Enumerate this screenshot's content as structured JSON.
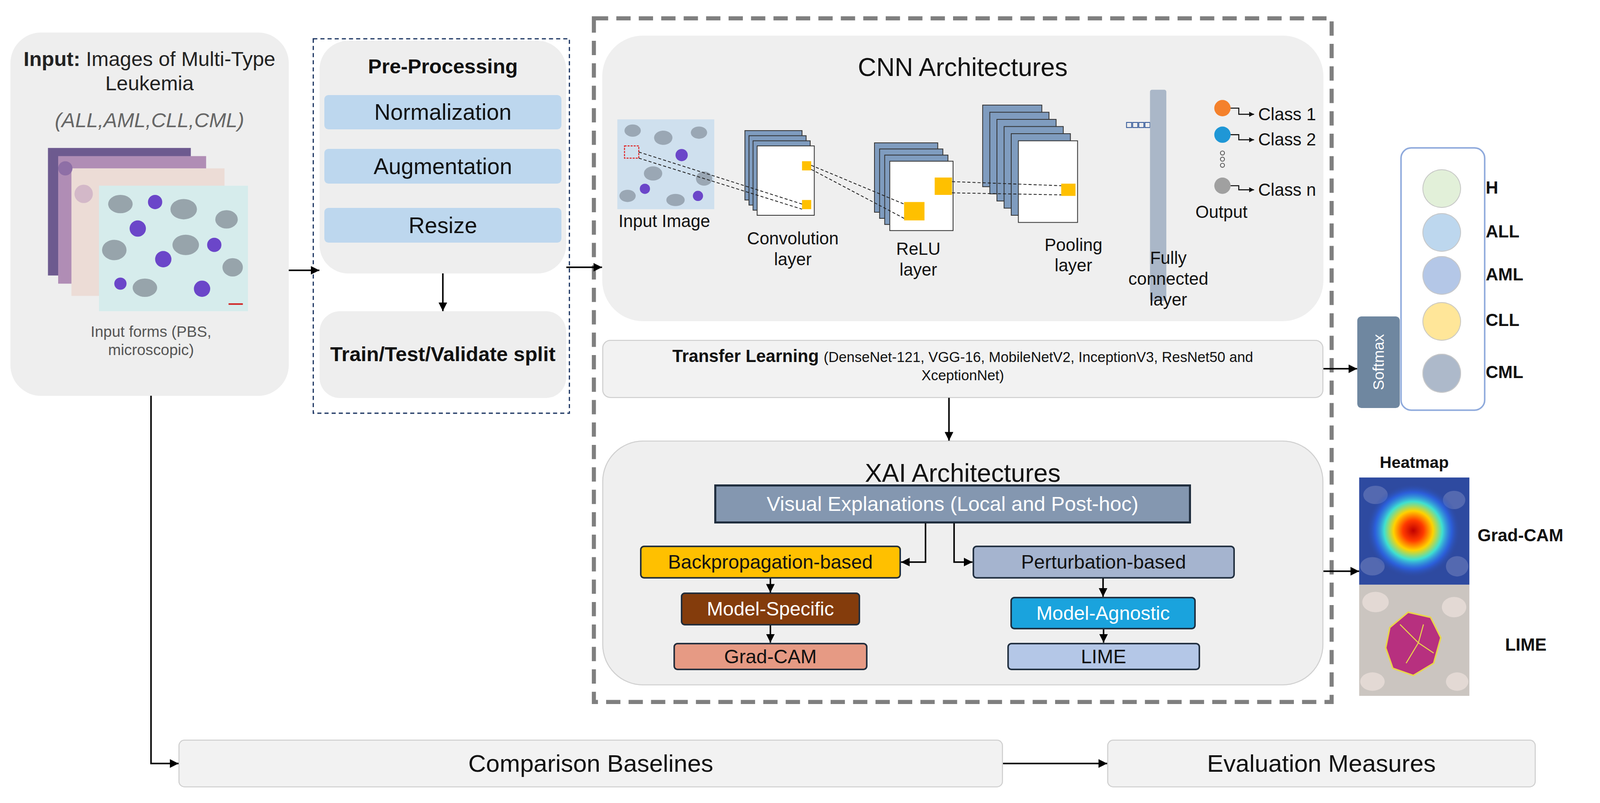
{
  "diagram": {
    "nodes": [
      {
        "text": [
          "Input:",
          "Images of Multi-Type Leukemia",
          "(ALL,AML,CLL,CML)",
          "Input forms (PBS, microscopic)"
        ]
      },
      {
        "text": [
          "Pre-Processing"
        ]
      },
      {
        "text": [
          "Normalization"
        ],
        "in": 1
      },
      {
        "text": [
          "Augmentation"
        ],
        "in": 1
      },
      {
        "text": [
          "Resize"
        ],
        "in": 1
      },
      {
        "text": [
          "Train/Test/Validate split"
        ]
      },
      {
        "text": [
          "CNN Architectures"
        ]
      },
      {
        "text": [
          "Transfer Learning",
          "(DenseNet-121, VGG-16, MobileNetV2, InceptionV3, ResNet50 and XceptionNet)"
        ]
      },
      {
        "text": [
          "XAI Architectures"
        ]
      },
      {
        "text": [
          "Visual Explanations (Local and Post-hoc)"
        ],
        "in": 8
      },
      {
        "text": [
          "Backpropagation-based"
        ],
        "in": 8
      },
      {
        "text": [
          "Perturbation-based"
        ],
        "in": 8
      },
      {
        "text": [
          "Model-Specific"
        ],
        "in": 8
      },
      {
        "text": [
          "Model-Agnostic"
        ],
        "in": 8
      },
      {
        "text": [
          "Grad-CAM"
        ],
        "in": 8
      },
      {
        "text": [
          "LIME"
        ],
        "in": 8
      },
      {
        "text": [
          "Softmax"
        ]
      },
      {
        "text": [
          "H"
        ]
      },
      {
        "text": [
          "ALL"
        ]
      },
      {
        "text": [
          "AML"
        ]
      },
      {
        "text": [
          "CLL"
        ]
      },
      {
        "text": [
          "CML"
        ]
      },
      {
        "text": [
          "Heatmap",
          "Grad-CAM",
          "LIME"
        ]
      },
      {
        "text": [
          "Comparison Baselines"
        ]
      },
      {
        "text": [
          "Evaluation Measures"
        ]
      }
    ],
    "edges": [
      {
        "from": 0,
        "to": 1,
        "arrow": "to"
      },
      {
        "from": 1,
        "to": 5,
        "arrow": "to"
      },
      {
        "from": 1,
        "to": 6,
        "arrow": "to"
      },
      {
        "from": 7,
        "to": 16,
        "arrow": "to"
      },
      {
        "from": 7,
        "to": 8,
        "arrow": "to"
      },
      {
        "from": 8,
        "to": 22,
        "arrow": "to"
      },
      {
        "from": 9,
        "to": 10,
        "arrow": "to"
      },
      {
        "from": 9,
        "to": 11,
        "arrow": "to"
      },
      {
        "from": 10,
        "to": 12,
        "arrow": "to"
      },
      {
        "from": 12,
        "to": 14,
        "arrow": "to"
      },
      {
        "from": 11,
        "to": 13,
        "arrow": "to"
      },
      {
        "from": 13,
        "to": 15,
        "arrow": "to"
      },
      {
        "from": 0,
        "to": 23,
        "arrow": "to"
      },
      {
        "from": 23,
        "to": 24,
        "arrow": "to"
      }
    ],
    "labels": [
      "Input Image",
      "Convolution layer",
      "ReLU layer",
      "Pooling layer",
      "Fully connected layer",
      "Class 1",
      "Class 2",
      "Class n",
      "Output"
    ]
  }
}
